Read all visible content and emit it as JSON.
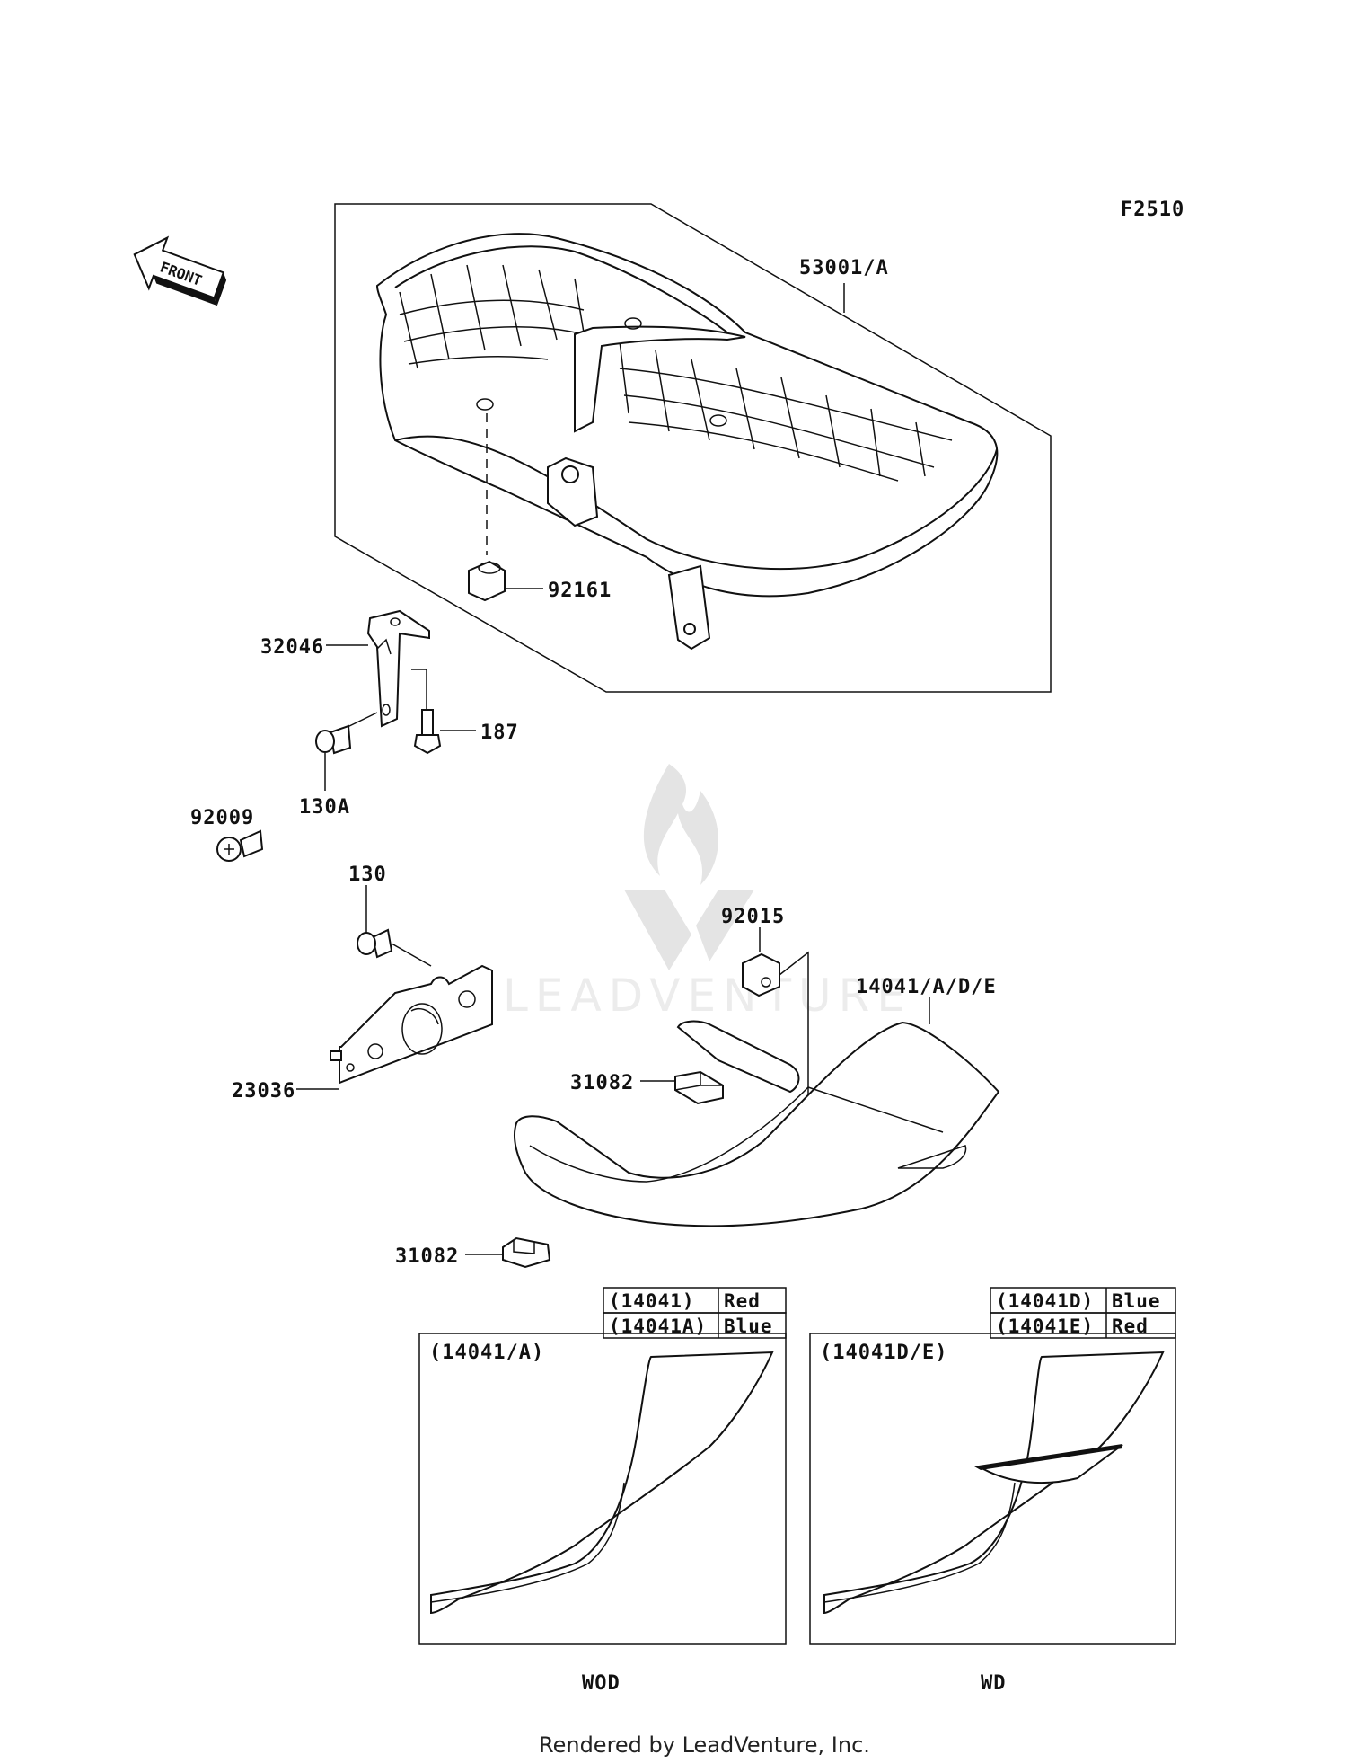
{
  "figure_code": "F2510",
  "front_label": "FRONT",
  "watermark": "LEADVENTURE",
  "parts": {
    "seat": "53001/A",
    "seat_damper": "92161",
    "bracket": "32046",
    "bolt_a": "187",
    "bolt_b": "130A",
    "screw": "92009",
    "bolt_c": "130",
    "plate": "23036",
    "clip": "92015",
    "side_cover": "14041/A/D/E",
    "cushion_upper": "31082",
    "cushion_lower": "31082"
  },
  "variants": [
    {
      "panel_label": "(14041/A)",
      "model": "WOD",
      "rows": [
        {
          "code": "(14041)",
          "color": "Red"
        },
        {
          "code": "(14041A)",
          "color": "Blue"
        }
      ]
    },
    {
      "panel_label": "(14041D/E)",
      "model": "WD",
      "rows": [
        {
          "code": "(14041D)",
          "color": "Blue"
        },
        {
          "code": "(14041E)",
          "color": "Red"
        }
      ]
    }
  ],
  "footer": "Rendered by LeadVenture, Inc."
}
